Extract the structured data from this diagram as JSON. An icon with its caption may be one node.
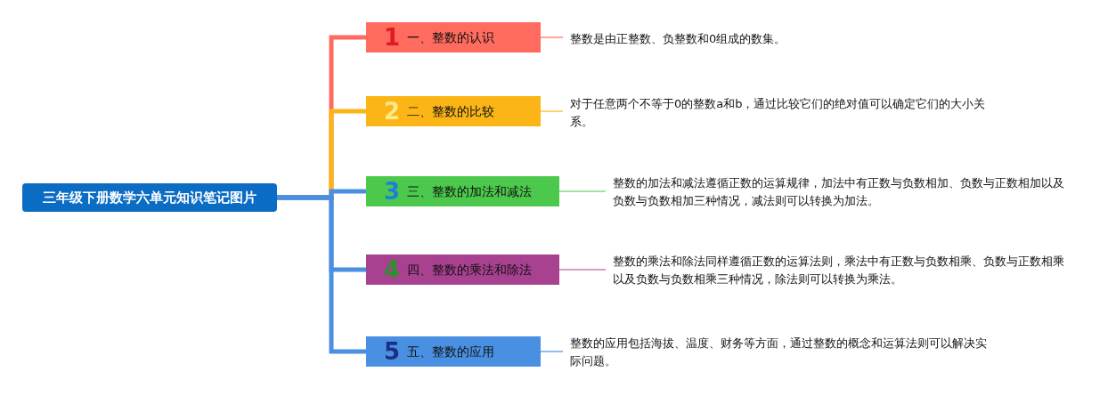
{
  "diagram": {
    "nodes": [
      {
        "text": [
          "三年级下册数学六单元知识笔记图片"
        ]
      },
      {
        "text": [
          "1",
          "一、整数的认识"
        ]
      },
      {
        "text": [
          "2",
          "二、整数的比较"
        ]
      },
      {
        "text": [
          "3",
          "三、整数的加法和减法"
        ]
      },
      {
        "text": [
          "4",
          "四、整数的乘法和除法"
        ]
      },
      {
        "text": [
          "5",
          "五、整数的应用"
        ]
      },
      {
        "text": [
          "整数是由正整数、负整数和0组成的数集。"
        ]
      },
      {
        "text": [
          "对于任意两个不等于0的整数a和b，通过比较它们的绝对值可以确定它们的大小关系。"
        ]
      },
      {
        "text": [
          "整数的加法和减法遵循正数的运算规律，加法中有正数与负数相加、负数与正数相加以及负数与负数相加三种情况，减法则可以转换为加法。"
        ]
      },
      {
        "text": [
          "整数的乘法和除法同样遵循正数的运算法则，乘法中有正数与负数相乘、负数与正数相乘以及负数与负数相乘三种情况，除法则可以转换为乘法。"
        ]
      },
      {
        "text": [
          "整数的应用包括海拔、温度、财务等方面，通过整数的概念和运算法则可以解决实际问题。"
        ]
      }
    ],
    "edges": [
      {
        "from": 0,
        "to": 1,
        "arrow": "none",
        "style": "thick",
        "color": "#ff6b5e"
      },
      {
        "from": 0,
        "to": 2,
        "arrow": "none",
        "style": "thick",
        "color": "#fbb516"
      },
      {
        "from": 0,
        "to": 3,
        "arrow": "none",
        "style": "thick",
        "color": "#4a90e2"
      },
      {
        "from": 0,
        "to": 4,
        "arrow": "none",
        "style": "thick",
        "color": "#4a90e2"
      },
      {
        "from": 0,
        "to": 5,
        "arrow": "none",
        "style": "thick",
        "color": "#4a90e2"
      },
      {
        "from": 1,
        "to": 6,
        "arrow": "none",
        "color": "#ff6b5e"
      },
      {
        "from": 2,
        "to": 7,
        "arrow": "none",
        "color": "#fbb516"
      },
      {
        "from": 3,
        "to": 8,
        "arrow": "none",
        "color": "#4cc94c"
      },
      {
        "from": 4,
        "to": 9,
        "arrow": "none",
        "color": "#a8418f"
      },
      {
        "from": 5,
        "to": 10,
        "arrow": "none",
        "color": "#4a90e2"
      }
    ]
  }
}
